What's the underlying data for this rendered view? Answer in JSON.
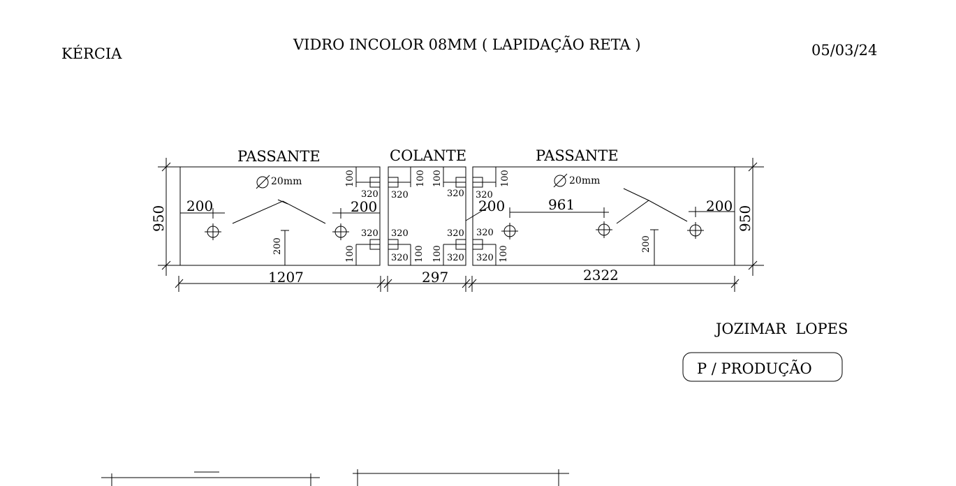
{
  "header": {
    "client": "KÉRCIA",
    "title": "VIDRO INCOLOR 08MM ( LAPIDAÇÃO RETA )",
    "date": "05/03/24"
  },
  "pieces": [
    {
      "label": "PASSANTE",
      "width_mm": "1207",
      "hole": "20mm"
    },
    {
      "label": "COLANTE",
      "width_mm": "297"
    },
    {
      "label": "PASSANTE",
      "width_mm": "2322",
      "hole": "20mm"
    }
  ],
  "dims": {
    "height": "950",
    "edge_200": "200",
    "notch_100": "100",
    "notch_320": "320",
    "spacing_961": "961"
  },
  "footer": {
    "name": "JOZIMAR  LOPES",
    "stamp": "P / PRODUÇÃO"
  }
}
